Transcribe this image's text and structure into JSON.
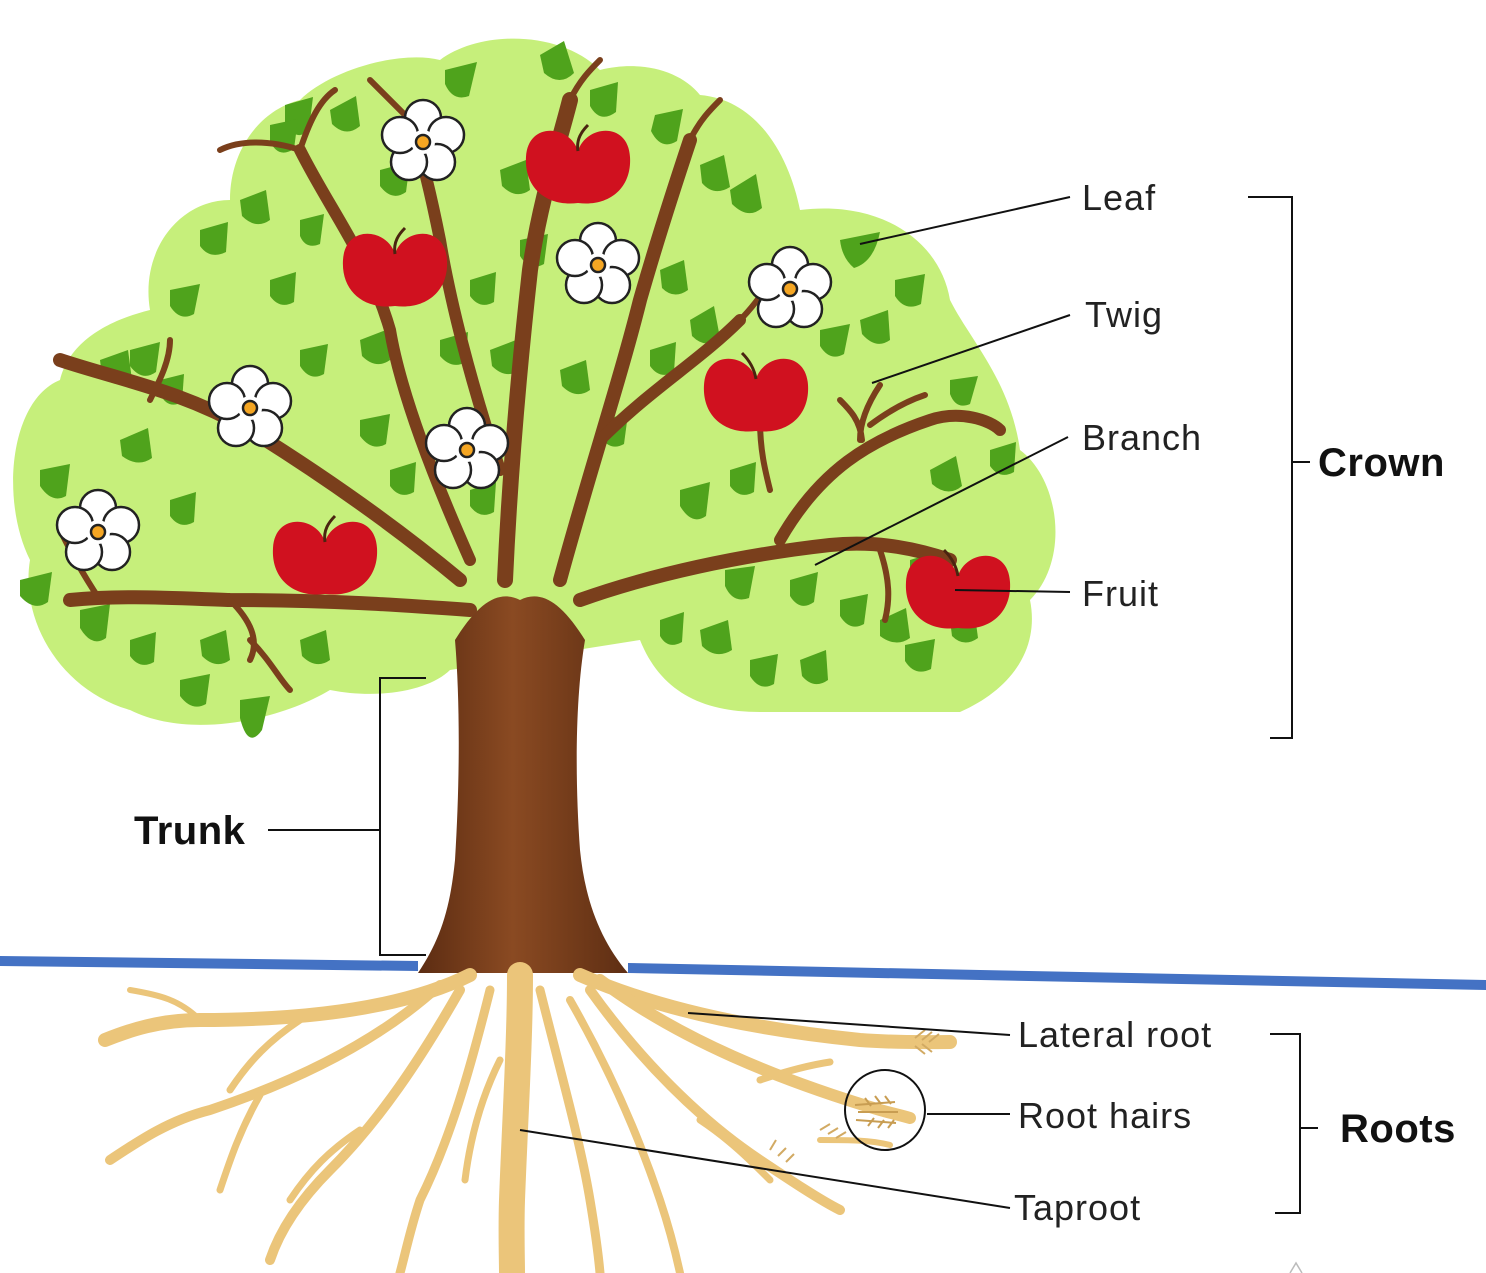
{
  "diagram": {
    "parts": {
      "leaf": "Leaf",
      "twig": "Twig",
      "branch": "Branch",
      "fruit": "Fruit",
      "lateral_root": "Lateral root",
      "root_hairs": "Root hairs",
      "taproot": "Taproot"
    },
    "groups": {
      "crown": "Crown",
      "trunk": "Trunk",
      "roots": "Roots"
    }
  },
  "colors": {
    "crown_fill": "#c6ef7b",
    "leaf": "#4fa31c",
    "trunk": "#7a3f1c",
    "fruit": "#d0111f",
    "root": "#ebc57a",
    "ground_line": "#4472c4"
  }
}
